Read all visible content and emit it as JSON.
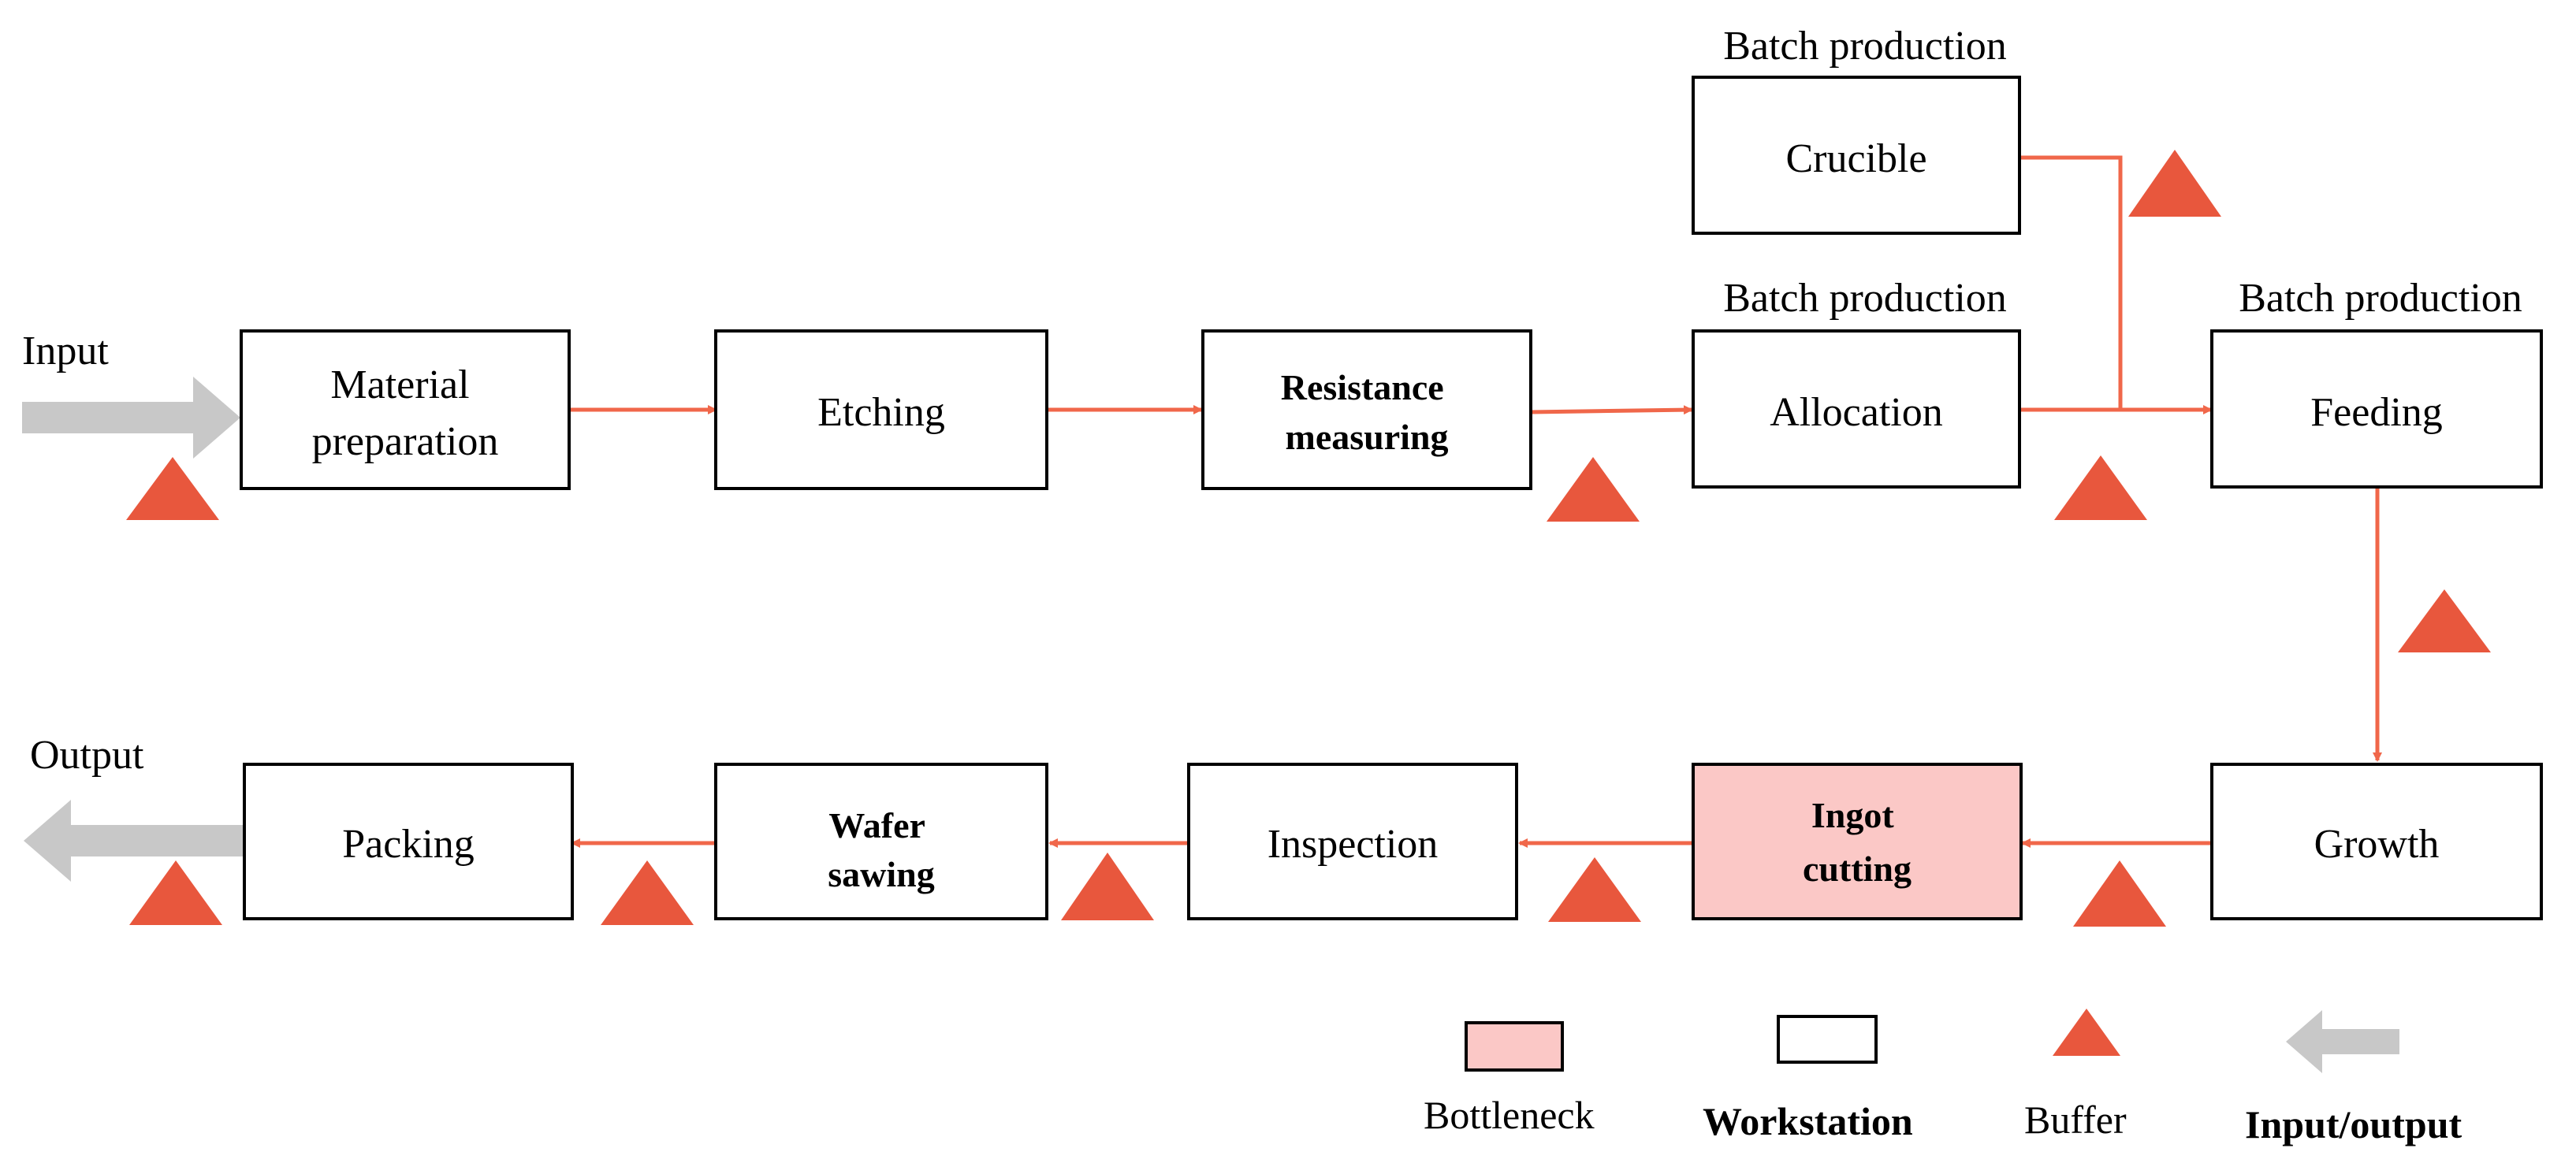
{
  "colors": {
    "flow": "#f0674a",
    "buffer": "#e8573d",
    "bottleneck": "#fbc8c6",
    "workstation": "#ffffff",
    "io": "#c8c8c8",
    "border": "#000000"
  },
  "io": {
    "input": "Input",
    "output": "Output"
  },
  "captions": {
    "crucible": "Batch production",
    "allocation": "Batch production",
    "feeding": "Batch production"
  },
  "nodes": {
    "material_preparation": [
      "Material",
      "preparation"
    ],
    "etching": [
      "Etching"
    ],
    "resistance_measuring": [
      "Resistance",
      "measuring"
    ],
    "crucible": [
      "Crucible"
    ],
    "allocation": [
      "Allocation"
    ],
    "feeding": [
      "Feeding"
    ],
    "growth": [
      "Growth"
    ],
    "ingot_cutting": [
      "Ingot",
      "cutting"
    ],
    "inspection": [
      "Inspection"
    ],
    "wafer_sawing": [
      "Wafer",
      "sawing"
    ],
    "packing": [
      "Packing"
    ]
  },
  "legend": {
    "bottleneck": "Bottleneck",
    "workstation": "Workstation",
    "buffer": "Buffer",
    "input_output": "Input/output"
  }
}
